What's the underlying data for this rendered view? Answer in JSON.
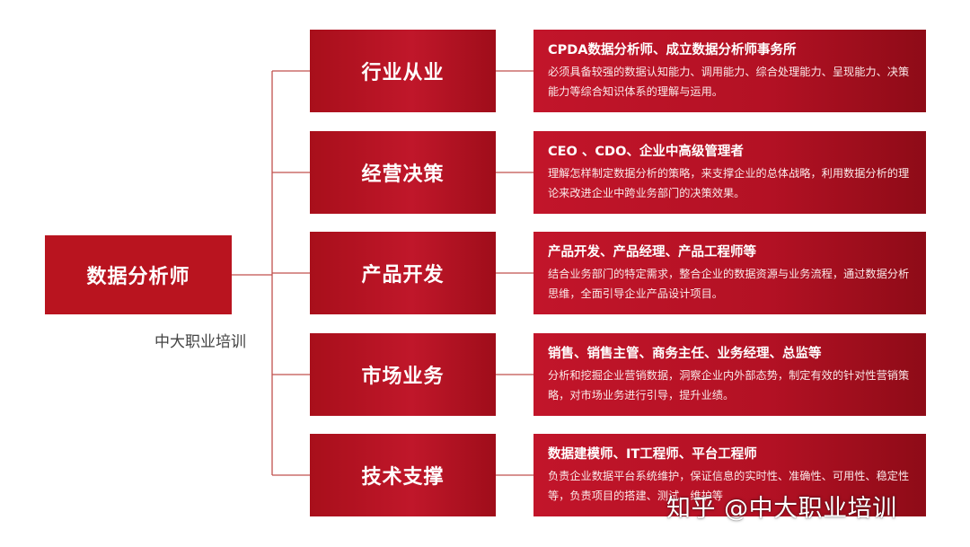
{
  "root": {
    "label": "数据分析师"
  },
  "caption": "中大职业培训",
  "watermark": "知乎 @中大职业培训",
  "colors": {
    "primary": "#b9141f",
    "connector": "#c0504d"
  },
  "categories": [
    {
      "label": "行业从业",
      "title": "CPDA数据分析师、成立数据分析师事务所",
      "desc": "必须具备较强的数据认知能力、调用能力、综合处理能力、呈现能力、决策能力等综合知识体系的理解与运用。"
    },
    {
      "label": "经营决策",
      "title": "CEO 、CDO、企业中高级管理者",
      "desc": "理解怎样制定数据分析的策略，来支撑企业的总体战略，利用数据分析的理论来改进企业中跨业务部门的决策效果。"
    },
    {
      "label": "产品开发",
      "title": "产品开发、产品经理、产品工程师等",
      "desc": "结合业务部门的特定需求，整合企业的数据资源与业务流程，通过数据分析思维，全面引导企业产品设计项目。"
    },
    {
      "label": "市场业务",
      "title": "销售、销售主管、商务主任、业务经理、总监等",
      "desc": "分析和挖掘企业营销数据，洞察企业内外部态势，制定有效的针对性营销策略，对市场业务进行引导，提升业绩。"
    },
    {
      "label": "技术支撑",
      "title": "数据建模师、IT工程师、平台工程师",
      "desc": "负责企业数据平台系统维护，保证信息的实时性、准确性、可用性、稳定性等，负责项目的搭建、测试、维护等"
    }
  ]
}
